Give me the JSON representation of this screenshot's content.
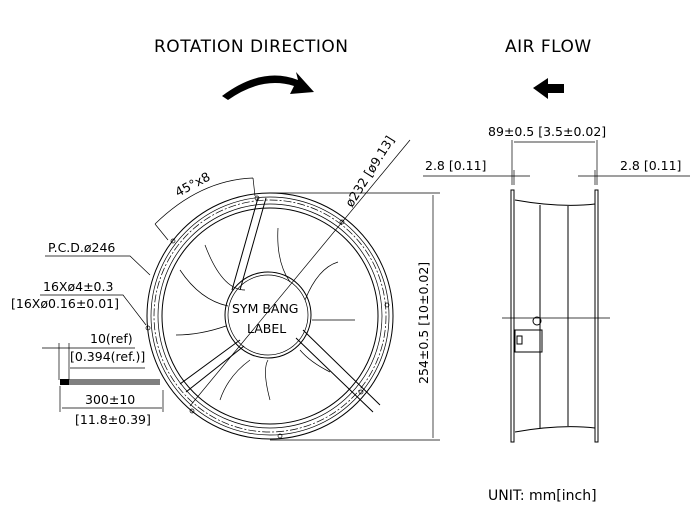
{
  "headings": {
    "rotation": "ROTATION DIRECTION",
    "airflow": "AIR FLOW"
  },
  "front_view": {
    "angle": "45°x8",
    "diameter": "ø232 [ø9.13]",
    "pcd": "P.C.D.ø246",
    "holes_mm": "16Xø4±0.3",
    "holes_in": "[16Xø0.16±0.01]",
    "ref_mm": "10(ref)",
    "ref_in": "[0.394(ref.)]",
    "lead_mm": "300±10",
    "lead_in": "[11.8±0.39]",
    "label_line1": "SYM BANG",
    "label_line2": "LABEL",
    "height": "254±0.5 [10±0.02]"
  },
  "side_view": {
    "depth": "89±0.5 [3.5±0.02]",
    "flange_left": "2.8 [0.11]",
    "flange_right": "2.8 [0.11]"
  },
  "unit": "UNIT: mm[inch]"
}
